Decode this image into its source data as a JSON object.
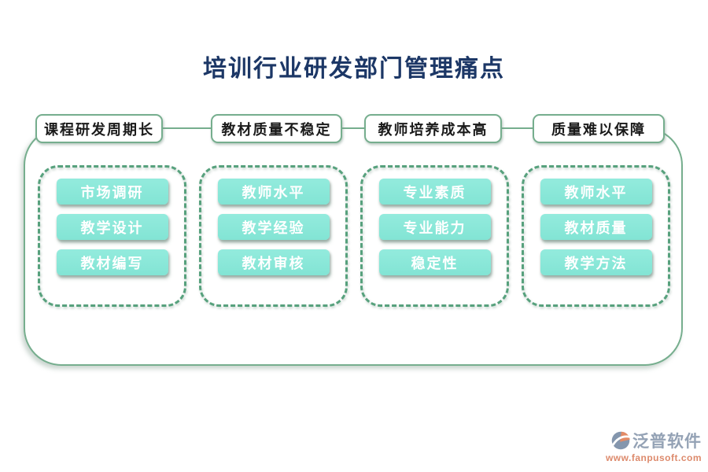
{
  "page": {
    "title": "培训行业研发部门管理痛点"
  },
  "groups": [
    {
      "header": "课程研发周期长",
      "items": [
        "市场调研",
        "教学设计",
        "教材编写"
      ]
    },
    {
      "header": "教材质量不稳定",
      "items": [
        "教师水平",
        "教学经验",
        "教材审核"
      ]
    },
    {
      "header": "教师培养成本高",
      "items": [
        "专业素质",
        "专业能力",
        "稳定性"
      ]
    },
    {
      "header": "质量难以保障",
      "items": [
        "教师水平",
        "教材质量",
        "教学方法"
      ]
    }
  ],
  "watermark": {
    "brand": "泛普软件",
    "url": "www.fanpusoft.com"
  },
  "colors": {
    "title_navy": "#1c3766",
    "border_green": "#76ae8e",
    "dashed_green": "#57a17d",
    "item_teal": "#89e7d8",
    "brand_gray": "#94a2b5",
    "brand_salmon": "#dd8a6c"
  }
}
